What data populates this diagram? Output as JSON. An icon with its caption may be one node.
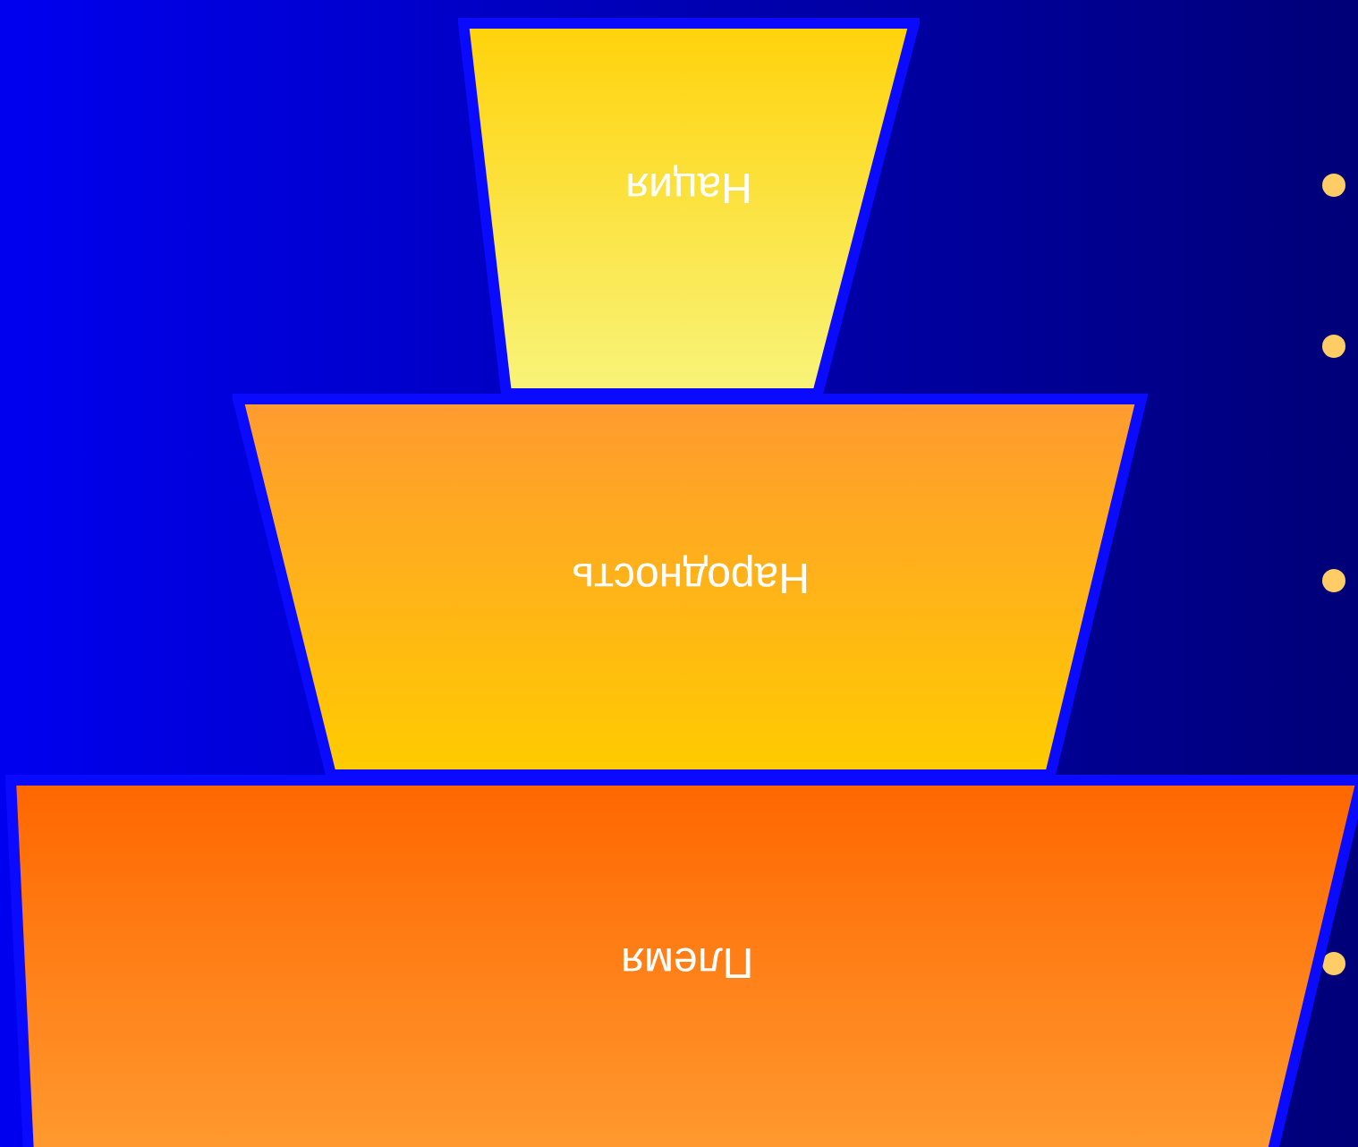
{
  "diagram": {
    "nodes": [
      {
        "text": [
          "Нация"
        ]
      },
      {
        "text": [
          "Народность"
        ]
      },
      {
        "text": [
          "Племя"
        ]
      }
    ]
  }
}
